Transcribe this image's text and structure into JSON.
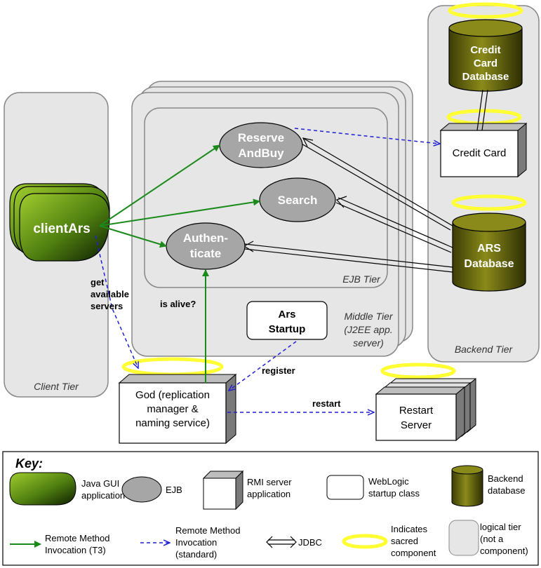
{
  "tiers": {
    "client": "Client Tier",
    "ejb": "EJB Tier",
    "middle_line1": "Middle Tier",
    "middle_line2": "(J2EE app.",
    "middle_line3": "server)",
    "backend": "Backend Tier"
  },
  "nodes": {
    "client_ars": "clientArs",
    "reserve_line1": "Reserve",
    "reserve_line2": "AndBuy",
    "search": "Search",
    "auth_line1": "Authen-",
    "auth_line2": "ticate",
    "ars_startup_line1": "Ars",
    "ars_startup_line2": "Startup",
    "god_line1": "God (replication",
    "god_line2": "manager &",
    "god_line3": "naming service)",
    "restart_line1": "Restart",
    "restart_line2": "Server",
    "credit_card": "Credit Card",
    "ccdb_line1": "Credit",
    "ccdb_line2": "Card",
    "ccdb_line3": "Database",
    "arsdb_line1": "ARS",
    "arsdb_line2": "Database"
  },
  "edge_labels": {
    "get_line1": "get",
    "get_line2": "available",
    "get_line3": "servers",
    "is_alive": "is alive?",
    "register": "register",
    "restart": "restart"
  },
  "key": {
    "title": "Key:",
    "java_gui_line1": "Java GUI",
    "java_gui_line2": "application",
    "ejb": "EJB",
    "rmi_line1": "RMI server",
    "rmi_line2": "application",
    "weblogic_line1": "WebLogic",
    "weblogic_line2": "startup class",
    "backend_line1": "Backend",
    "backend_line2": "database",
    "rmi_t3_line1": "Remote Method",
    "rmi_t3_line2": "Invocation (T3)",
    "rmi_std_line1": "Remote Method",
    "rmi_std_line2": "Invocation",
    "rmi_std_line3": "(standard)",
    "jdbc": "JDBC",
    "sacred_line1": "Indicates",
    "sacred_line2": "sacred",
    "sacred_line3": "component",
    "tier_line1": "logical tier",
    "tier_line2": "(not a",
    "tier_line3": "component)"
  },
  "colors": {
    "green_arrow": "#1a8a1a",
    "blue_dashed": "#1f1fd6",
    "ejb_fill": "#a6a6a6",
    "tier_fill": "#e6e6e6",
    "halo": "#ffff33",
    "olive": "#6f6f12"
  }
}
